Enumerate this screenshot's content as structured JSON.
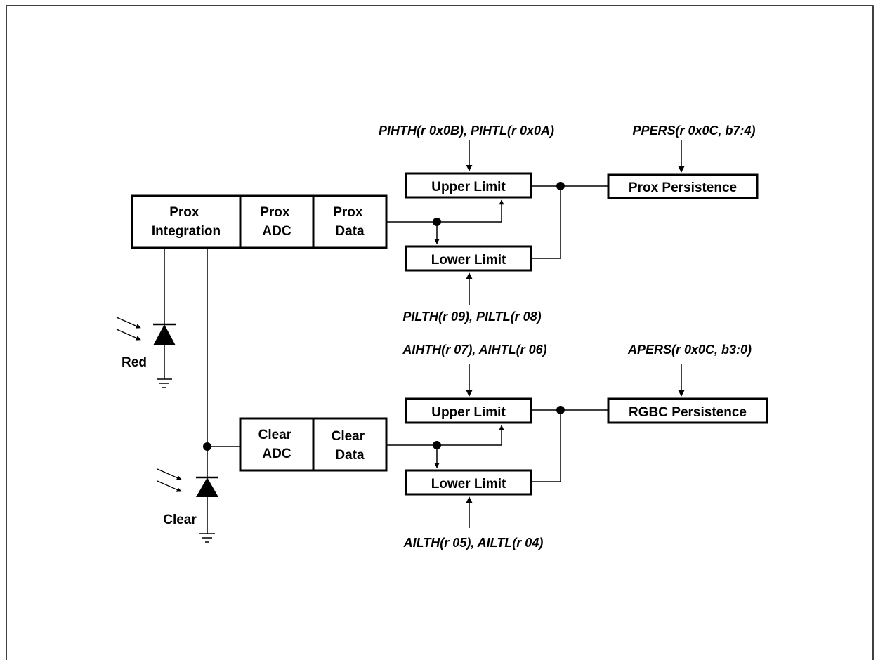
{
  "prox_path": {
    "integration_label": [
      "Prox",
      "Integration"
    ],
    "adc_label": [
      "Prox",
      "ADC"
    ],
    "data_label": [
      "Prox",
      "Data"
    ],
    "upper_limit": "Upper Limit",
    "lower_limit": "Lower Limit",
    "persistence": "Prox Persistence",
    "upper_register": "PIHTH(r 0x0B), PIHTL(r 0x0A)",
    "lower_register": "PILTH(r 09), PILTL(r 08)",
    "persistence_register": "PPERS(r 0x0C, b7:4)",
    "photodiode": "Red"
  },
  "clear_path": {
    "adc_label": [
      "Clear",
      "ADC"
    ],
    "data_label": [
      "Clear",
      "Data"
    ],
    "upper_limit": "Upper Limit",
    "lower_limit": "Lower Limit",
    "persistence": "RGBC Persistence",
    "upper_register": "AIHTH(r 07), AIHTL(r 06)",
    "lower_register": "AILTH(r 05), AILTL(r 04)",
    "persistence_register": "APERS(r 0x0C, b3:0)",
    "photodiode": "Clear"
  },
  "colors": {
    "line": "#000000",
    "background": "#ffffff"
  }
}
